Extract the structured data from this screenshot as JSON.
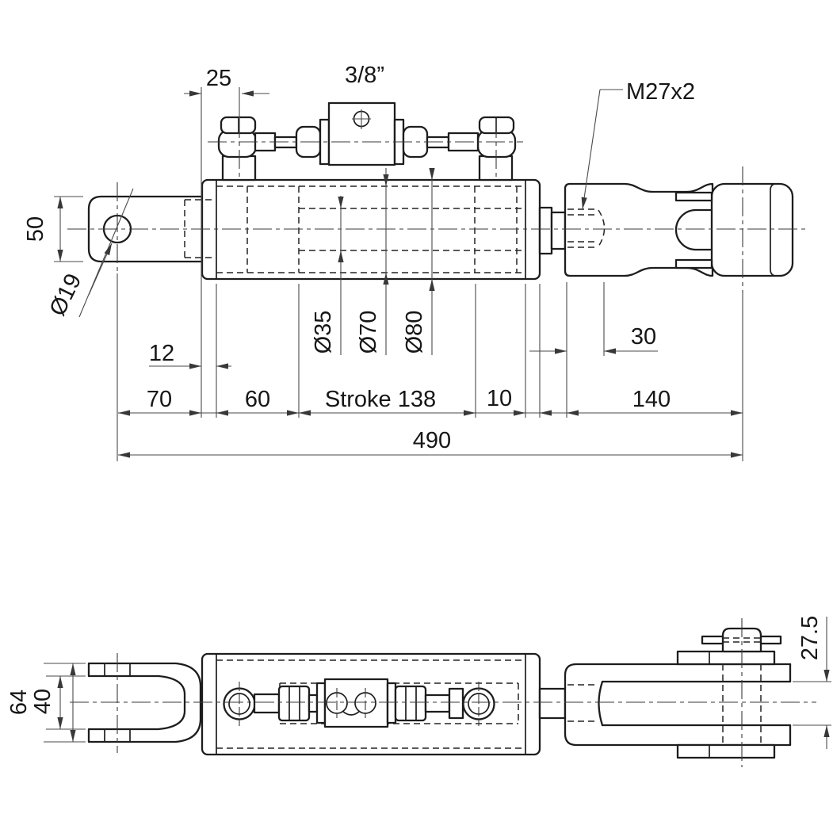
{
  "drawing": {
    "side_view": {
      "dim_offset_25": "25",
      "port_size": "3/8”",
      "thread_spec": "M27x2",
      "dim_height_50": "50",
      "dim_hole_dia": "Ø19",
      "dim_cap_12": "12",
      "dia_rod": "Ø35",
      "dia_bore": "Ø70",
      "dia_outer": "Ø80",
      "dim_thread_30": "30",
      "dim_70": "70",
      "dim_60": "60",
      "dim_stroke": "Stroke 138",
      "dim_10": "10",
      "dim_140": "140",
      "dim_overall_490": "490"
    },
    "plan_view": {
      "dim_fork_outer_64": "64",
      "dim_fork_inner_40": "40",
      "dim_27_5": "27.5"
    }
  },
  "colors": {
    "line": "#1d1d1d",
    "dimension": "#4a4a4a",
    "background": "#ffffff"
  }
}
